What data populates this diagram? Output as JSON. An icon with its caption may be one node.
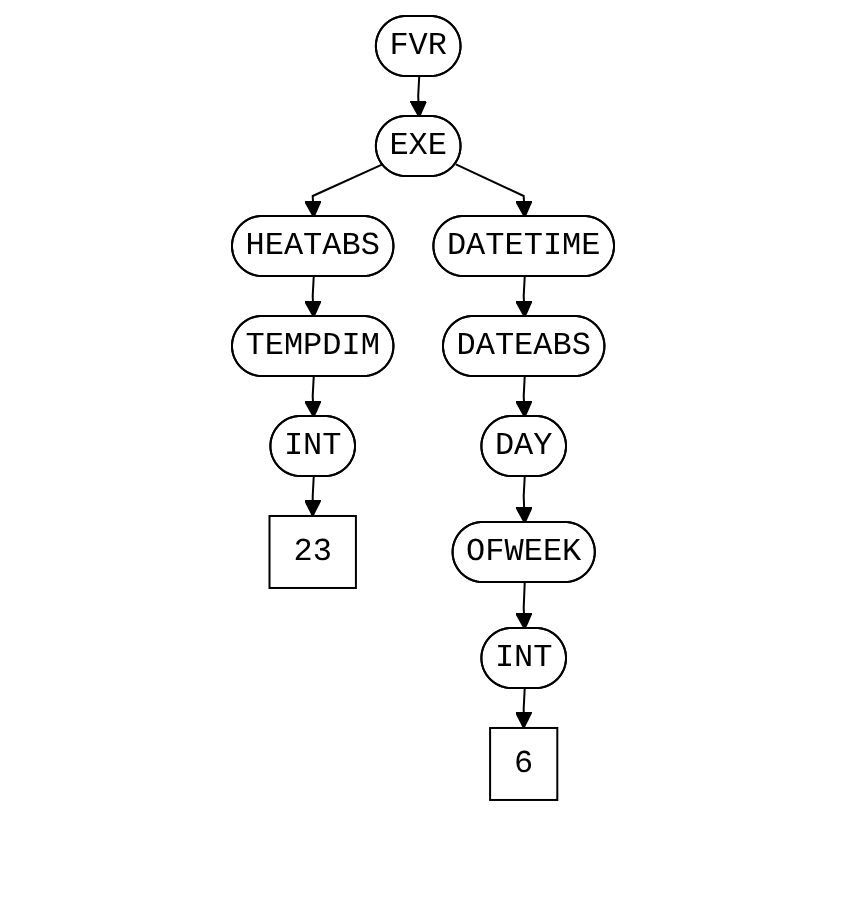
{
  "diagram": {
    "nodes": [
      {
        "text": [
          "FVR"
        ]
      },
      {
        "text": [
          "EXE"
        ]
      },
      {
        "text": [
          "HEATABS"
        ]
      },
      {
        "text": [
          "TEMPDIM"
        ]
      },
      {
        "text": [
          "INT"
        ]
      },
      {
        "text": [
          "23"
        ]
      },
      {
        "text": [
          "DATETIME"
        ]
      },
      {
        "text": [
          "DATEABS"
        ]
      },
      {
        "text": [
          "DAY"
        ]
      },
      {
        "text": [
          "OFWEEK"
        ]
      },
      {
        "text": [
          "INT"
        ]
      },
      {
        "text": [
          "6"
        ]
      }
    ],
    "edges": [
      {
        "from": 0,
        "to": 1,
        "arrow": "to"
      },
      {
        "from": 1,
        "to": 2,
        "arrow": "to"
      },
      {
        "from": 1,
        "to": 6,
        "arrow": "to"
      },
      {
        "from": 2,
        "to": 3,
        "arrow": "to"
      },
      {
        "from": 3,
        "to": 4,
        "arrow": "to"
      },
      {
        "from": 4,
        "to": 5,
        "arrow": "to"
      },
      {
        "from": 6,
        "to": 7,
        "arrow": "to"
      },
      {
        "from": 7,
        "to": 8,
        "arrow": "to"
      },
      {
        "from": 8,
        "to": 9,
        "arrow": "to"
      },
      {
        "from": 9,
        "to": 10,
        "arrow": "to"
      },
      {
        "from": 10,
        "to": 11,
        "arrow": "to"
      }
    ]
  }
}
